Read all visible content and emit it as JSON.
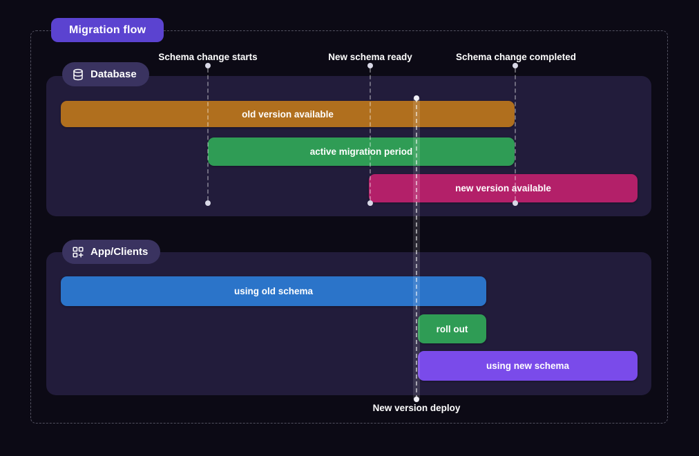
{
  "title": "Migration flow",
  "colors": {
    "background": "#0c0a15",
    "panel": "#221c3b",
    "badge": "#3a3360",
    "title_badge": "#5b43d0",
    "bar_orange": "#b06f1e",
    "bar_green": "#2f9c55",
    "bar_magenta": "#b32069",
    "bar_blue": "#2b74c9",
    "bar_purple": "#7a4bea"
  },
  "milestones": [
    {
      "label": "Schema change starts"
    },
    {
      "label": "New schema ready"
    },
    {
      "label": "Schema change completed"
    }
  ],
  "deploy_marker": {
    "label": "New version deploy"
  },
  "sections": [
    {
      "badge": "Database",
      "icon": "database-icon",
      "bars": [
        {
          "label": "old version available"
        },
        {
          "label": "active migration period"
        },
        {
          "label": "new version available"
        }
      ]
    },
    {
      "badge": "App/Clients",
      "icon": "apps-icon",
      "bars": [
        {
          "label": "using old schema"
        },
        {
          "label": "roll out"
        },
        {
          "label": "using new schema"
        }
      ]
    }
  ]
}
